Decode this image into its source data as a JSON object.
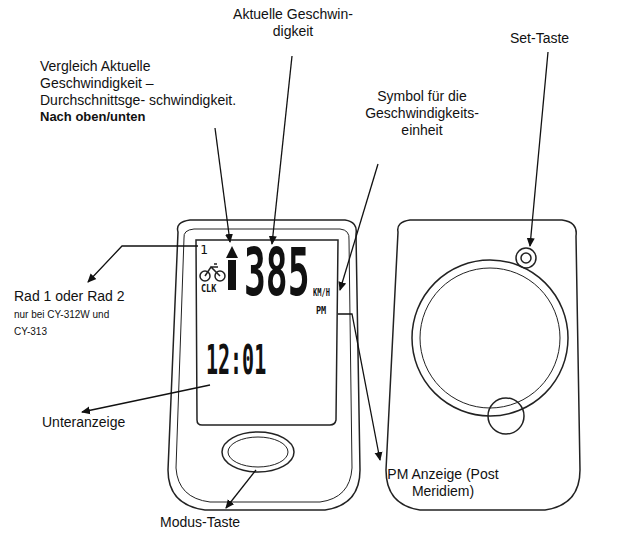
{
  "diagram": {
    "labels": [
      "Aktuelle Geschwin- digkeit",
      "Vergleich Aktuelle Geschwindigkeit – Durchschnittsge- schwindigkeit.",
      "Nach oben/unten",
      "Symbol für die Geschwindigkeits- einheit",
      "Set-Taste",
      "Rad 1 oder Rad 2",
      "nur bei CY-312W und CY-313",
      "Unteranzeige",
      "PM Anzeige (Post Meridiem)",
      "Modus-Taste",
      "1",
      "CLK",
      "385",
      "KM/H",
      "PM",
      "12:01"
    ]
  }
}
